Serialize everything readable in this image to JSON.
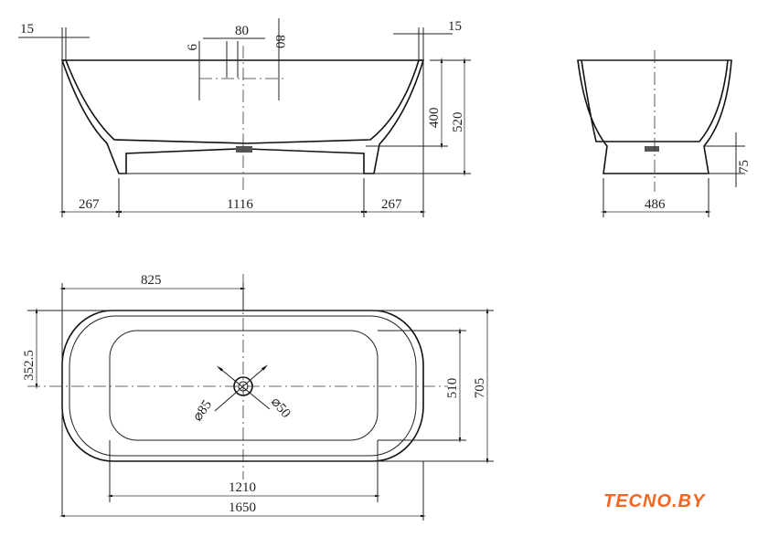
{
  "front_view": {
    "dims": {
      "rim_left": "15",
      "rim_right": "15",
      "overflow_width": "80",
      "overflow_height": "80",
      "overflow_gap": "6",
      "depth_inner": "400",
      "height_total": "520",
      "base_left": "267",
      "base_width": "1116",
      "base_right": "267"
    }
  },
  "side_view": {
    "dims": {
      "base_width": "486",
      "base_height": "75"
    }
  },
  "top_view": {
    "dims": {
      "drain_offset_x": "825",
      "drain_offset_y": "352.5",
      "inner_width": "510",
      "outer_width": "705",
      "inner_length": "1210",
      "outer_length": "1650",
      "drain_outer": "⌀85",
      "drain_inner": "⌀50"
    }
  },
  "logo": {
    "text": "TECNO.BY",
    "color": "#f26522"
  }
}
